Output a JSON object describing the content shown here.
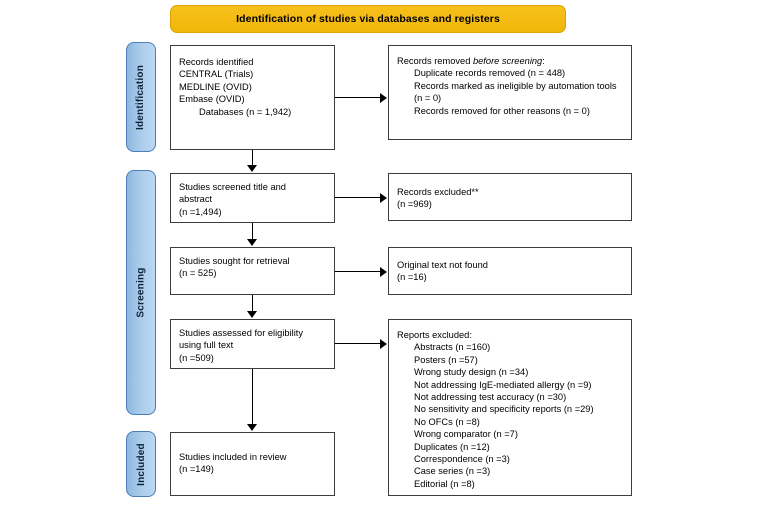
{
  "banner": {
    "title": "Identification of studies via databases and registers"
  },
  "bands": [
    {
      "id": "identification",
      "label": "Identification"
    },
    {
      "id": "screening",
      "label": "Screening"
    },
    {
      "id": "included",
      "label": "Included"
    }
  ],
  "boxes": {
    "identified": {
      "lines": [
        "Records identified",
        "CENTRAL (Trials)",
        "MEDLINE (OVID)",
        "Embase (OVID)",
        "Databases (n = 1,942)"
      ]
    },
    "removed": {
      "heading_prefix": "Records removed ",
      "heading_italic": "before screening",
      "heading_suffix": ":",
      "items": [
        "Duplicate records removed (n = 448)",
        "Records marked as ineligible by automation tools (n = 0)",
        "Records removed for other reasons (n = 0)"
      ]
    },
    "screened": {
      "lines": [
        "Studies screened title and",
        "abstract",
        "(n =1,494)"
      ]
    },
    "excluded_screen": {
      "lines": [
        "Records excluded**",
        "(n =969)"
      ]
    },
    "sought": {
      "lines": [
        "Studies sought for retrieval",
        "(n = 525)"
      ]
    },
    "notfound": {
      "lines": [
        "Original text not found",
        "(n =16)"
      ]
    },
    "assessed": {
      "lines": [
        "Studies assessed for eligibility",
        "using full text",
        "(n =509)"
      ]
    },
    "reports_excluded": {
      "heading": "Reports excluded:",
      "items": [
        "Abstracts (n =160)",
        "Posters (n =57)",
        "Wrong study design (n =34)",
        "Not addressing IgE-mediated allergy (n =9)",
        "Not addressing test accuracy (n =30)",
        "No sensitivity and specificity reports (n =29)",
        "No OFCs (n =8)",
        "Wrong comparator (n =7)",
        "Duplicates (n =12)",
        "Correspondence (n =3)",
        "Case series (n =3)",
        "Editorial (n =8)"
      ]
    },
    "included": {
      "lines": [
        "Studies included in review",
        "(n =149)"
      ]
    }
  },
  "colors": {
    "banner_fill": "#f5bc14",
    "band_fill": "#a9cbeb",
    "band_border": "#4a7ebb",
    "box_border": "#3d3d3d",
    "connector": "#000000"
  }
}
